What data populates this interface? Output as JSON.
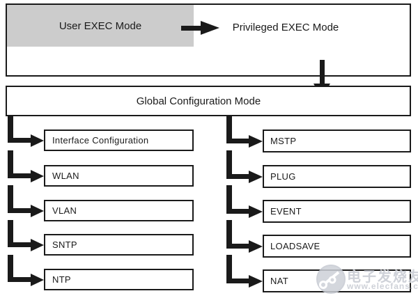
{
  "diagram": {
    "title_levels": {
      "user_exec_label": "User EXEC Mode",
      "privileged_exec_label": "Privileged EXEC Mode",
      "global_config_label": "Global Configuration Mode"
    },
    "left_modes": [
      {
        "label": "Interface Configuration"
      },
      {
        "label": "WLAN"
      },
      {
        "label": "VLAN"
      },
      {
        "label": "SNTP"
      },
      {
        "label": "NTP"
      }
    ],
    "right_modes": [
      {
        "label": "MSTP"
      },
      {
        "label": "PLUG"
      },
      {
        "label": "EVENT"
      },
      {
        "label": "LOADSAVE"
      },
      {
        "label": "NAT"
      }
    ],
    "colors": {
      "line": "#1a1a1a",
      "user_exec_fill": "#cccccc",
      "background": "#ffffff",
      "watermark": "#c6cad2"
    }
  },
  "watermark": {
    "brand": "电子发烧友",
    "url": "www.elecfans.com"
  }
}
